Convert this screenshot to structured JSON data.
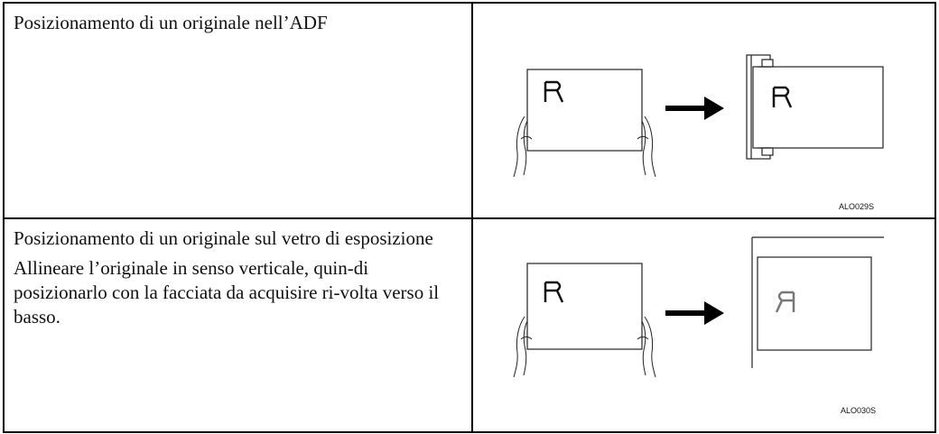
{
  "rows": [
    {
      "title": "Posizionamento di un originale nell’ADF",
      "figure_code": "ALO029S"
    },
    {
      "title": "Posizionamento di un originale sul vetro di esposizione",
      "description": "Allineare l’originale in senso verticale, quin-di posizionarlo con la facciata da acquisire ri-volta verso il basso.",
      "figure_code": "ALO030S"
    }
  ]
}
